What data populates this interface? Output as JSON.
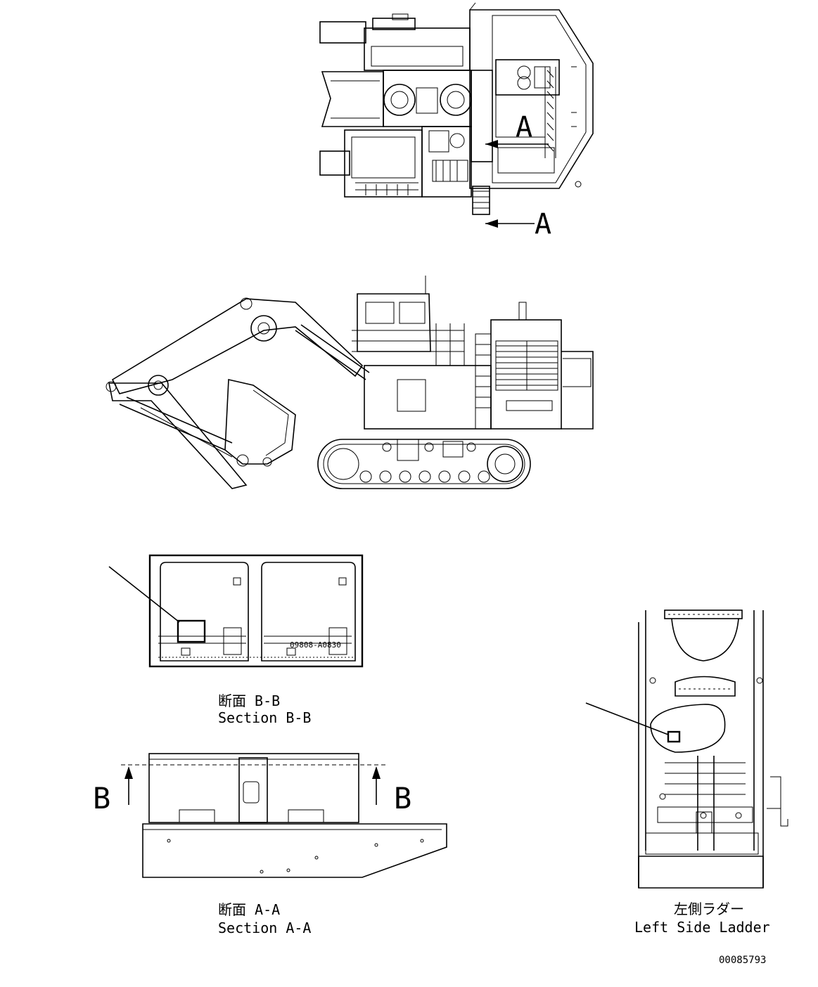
{
  "top_view": {
    "section_marker_upper": "A",
    "section_marker_lower": "A"
  },
  "section_bb": {
    "title_jp": "断面 B-B",
    "title_en": "Section B-B",
    "part_number": "09808-A0830"
  },
  "section_aa": {
    "title_jp": "断面 A-A",
    "title_en": "Section A-A",
    "marker_left": "B",
    "marker_right": "B"
  },
  "left_ladder": {
    "title_jp": "左側ラダー",
    "title_en": "Left Side Ladder"
  },
  "drawing_number": "00085793"
}
